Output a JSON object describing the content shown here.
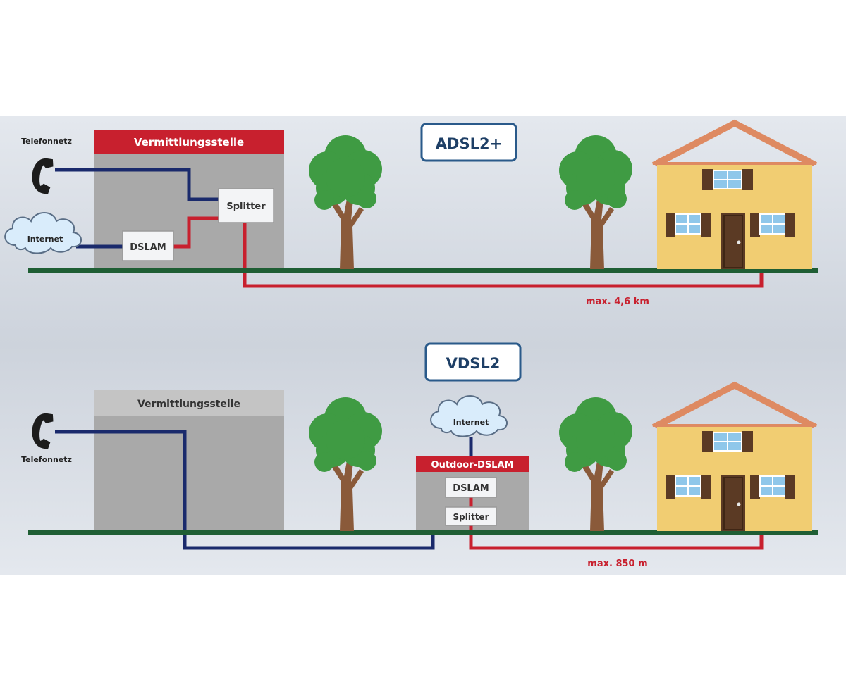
{
  "colors": {
    "background_top": "#e9ecf1",
    "background_mid": "#cfd5dd",
    "ground_line": "#1f5e34",
    "phone_line": "#1a2a6c",
    "dsl_line": "#c8202e",
    "exchange_active": "#c8202e",
    "exchange_gray": "#a9a9a9",
    "title_border": "#2a5a8a",
    "title_text": "#1e3f66",
    "house_wall": "#f1cd72",
    "house_roof": "#de8a62",
    "tree_crown": "#3f9b43",
    "tree_trunk": "#8a5a3a"
  },
  "adsl": {
    "title": "ADSL2+",
    "exchange_label": "Vermittlungsstelle",
    "phone_label": "Telefonnetz",
    "internet_label": "Internet",
    "splitter_label": "Splitter",
    "dslam_label": "DSLAM",
    "distance_label": "max. 4,6 km"
  },
  "vdsl": {
    "title": "VDSL2",
    "exchange_label": "Vermittlungsstelle",
    "phone_label": "Telefonnetz",
    "internet_label": "Internet",
    "outdoor_label": "Outdoor-DSLAM",
    "dslam_label": "DSLAM",
    "splitter_label": "Splitter",
    "distance_label": "max. 850 m"
  },
  "icons": {
    "phone": "phone-handset-icon",
    "cloud": "cloud-icon",
    "tree": "tree-icon",
    "house": "house-icon"
  }
}
